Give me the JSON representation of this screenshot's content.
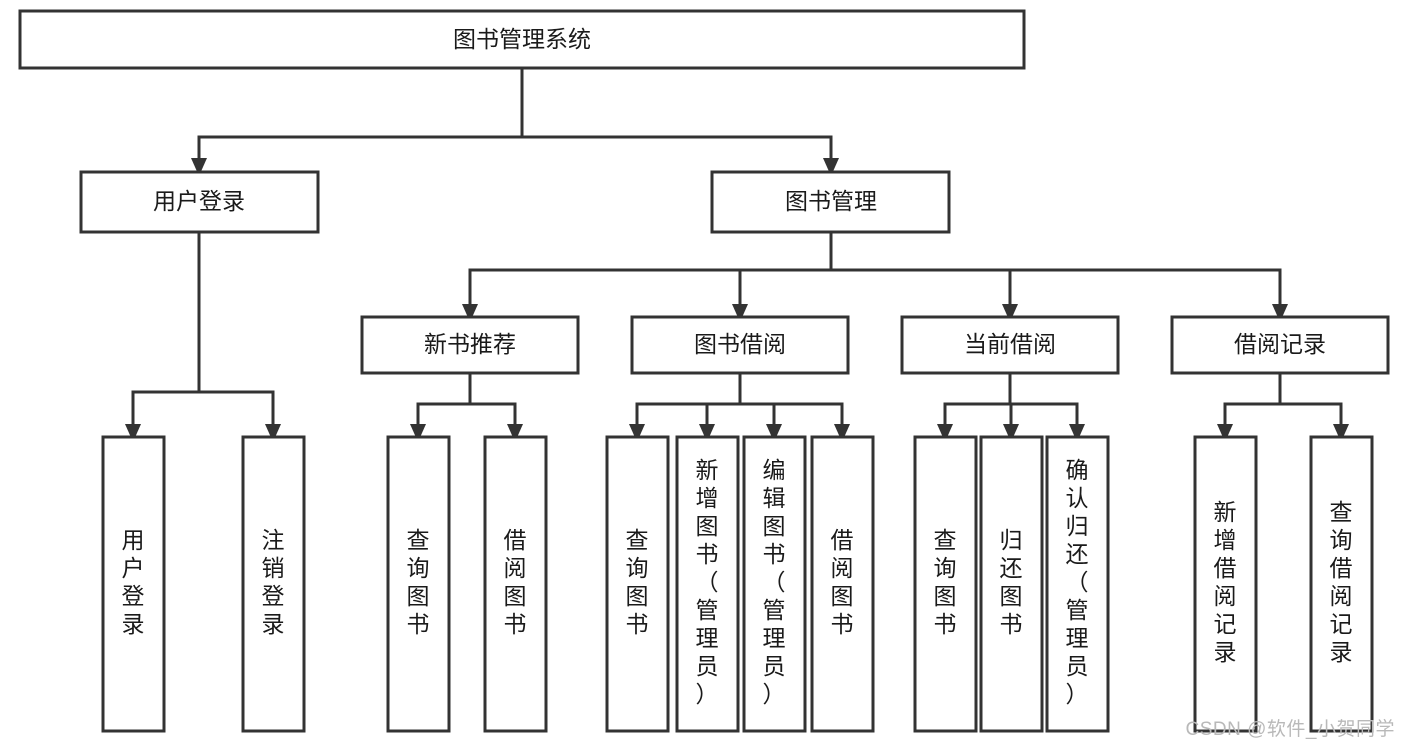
{
  "diagram": {
    "type": "tree-hierarchy-diagram",
    "title": "图书管理系统",
    "colors": {
      "stroke": "#333333",
      "fill": "#ffffff",
      "text": "#1a1a1a",
      "background": "#ffffff",
      "watermark": "#b9b9b9"
    },
    "levels": {
      "root": {
        "label": "图书管理系统",
        "orientation": "horizontal"
      },
      "level2": [
        {
          "label": "用户登录",
          "orientation": "horizontal"
        },
        {
          "label": "图书管理",
          "orientation": "horizontal"
        }
      ],
      "level3": [
        {
          "label": "新书推荐",
          "orientation": "horizontal",
          "parent": "图书管理"
        },
        {
          "label": "图书借阅",
          "orientation": "horizontal",
          "parent": "图书管理"
        },
        {
          "label": "当前借阅",
          "orientation": "horizontal",
          "parent": "图书管理"
        },
        {
          "label": "借阅记录",
          "orientation": "horizontal",
          "parent": "图书管理"
        }
      ],
      "leaves": [
        {
          "label": "用户登录",
          "orientation": "vertical",
          "parent": "用户登录"
        },
        {
          "label": "注销登录",
          "orientation": "vertical",
          "parent": "用户登录"
        },
        {
          "label": "查询图书",
          "orientation": "vertical",
          "parent": "新书推荐"
        },
        {
          "label": "借阅图书",
          "orientation": "vertical",
          "parent": "新书推荐"
        },
        {
          "label": "查询图书",
          "orientation": "vertical",
          "parent": "图书借阅"
        },
        {
          "label": "新增图书（管理员）",
          "orientation": "vertical",
          "parent": "图书借阅"
        },
        {
          "label": "编辑图书（管理员）",
          "orientation": "vertical",
          "parent": "图书借阅"
        },
        {
          "label": "借阅图书",
          "orientation": "vertical",
          "parent": "图书借阅"
        },
        {
          "label": "查询图书",
          "orientation": "vertical",
          "parent": "当前借阅"
        },
        {
          "label": "归还图书",
          "orientation": "vertical",
          "parent": "当前借阅"
        },
        {
          "label": "确认归还（管理员）",
          "orientation": "vertical",
          "parent": "当前借阅"
        },
        {
          "label": "新增借阅记录",
          "orientation": "vertical",
          "parent": "借阅记录"
        },
        {
          "label": "查询借阅记录",
          "orientation": "vertical",
          "parent": "借阅记录"
        }
      ]
    },
    "watermark": "CSDN @软件_小贺同学"
  }
}
